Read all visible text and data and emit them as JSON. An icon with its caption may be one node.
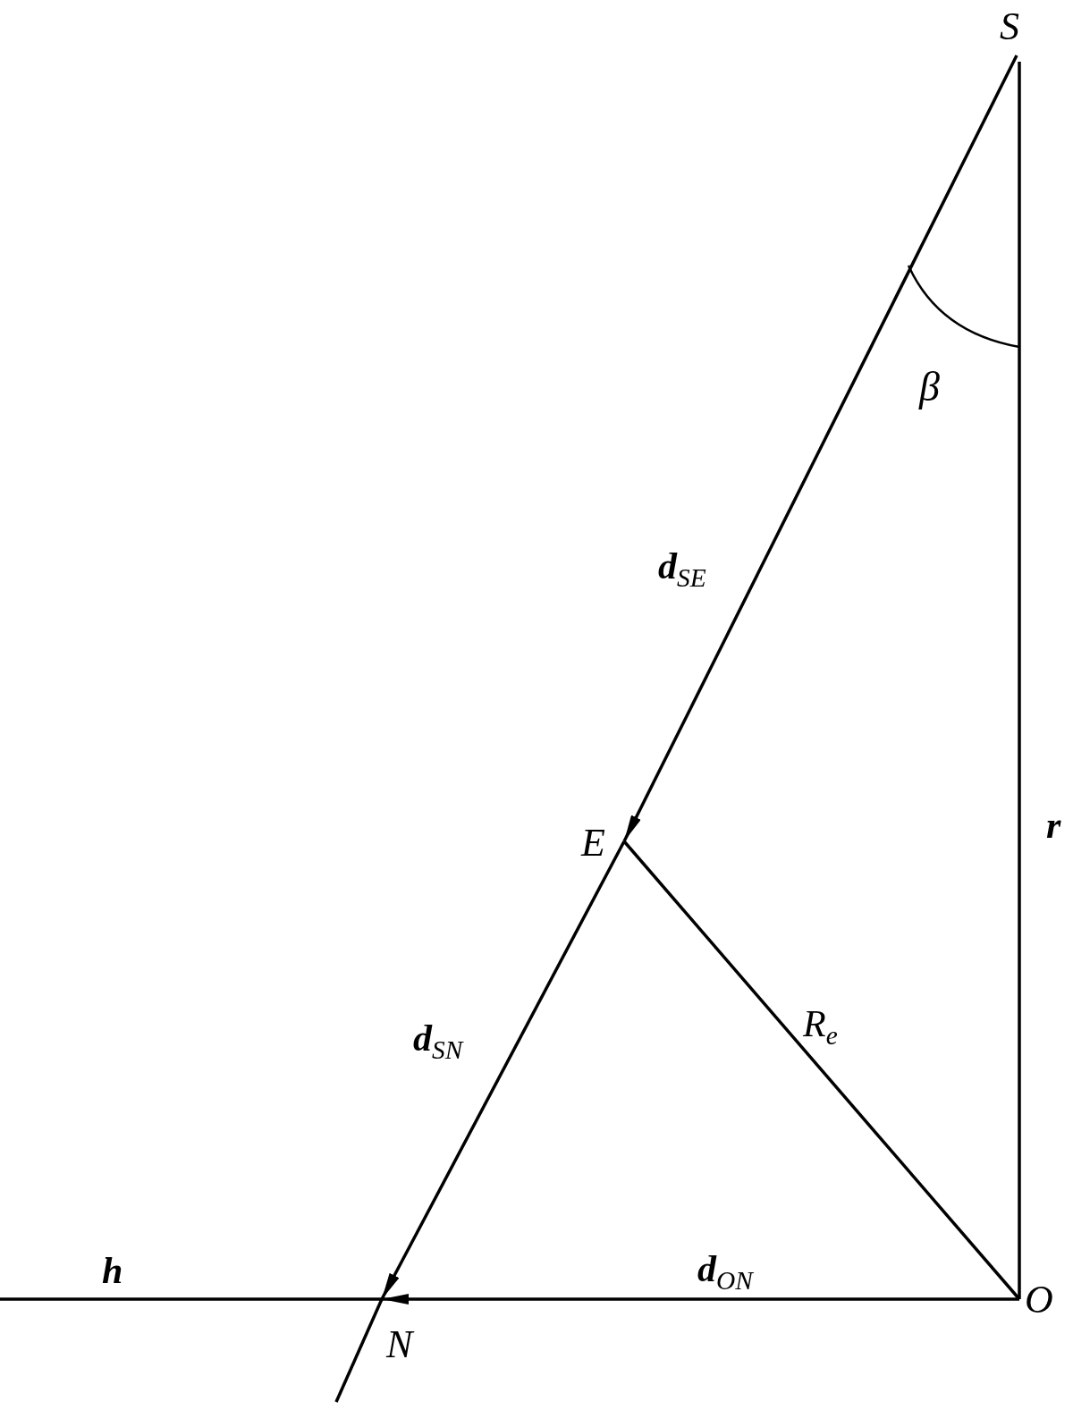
{
  "diagram": {
    "nodes": [
      {
        "text": [
          "S"
        ]
      },
      {
        "text": [
          "E"
        ]
      },
      {
        "text": [
          "N"
        ]
      },
      {
        "text": [
          "O"
        ]
      }
    ],
    "edges": [
      {
        "from": 0,
        "to": 1,
        "arrow": "to",
        "label": "**d**$_{SE}$"
      },
      {
        "from": 1,
        "to": 2,
        "arrow": "to",
        "label": "**d**$_{SN}$"
      },
      {
        "from": 3,
        "to": 2,
        "arrow": "to",
        "label": "**d**$_{ON}$"
      },
      {
        "from": 1,
        "to": 3,
        "arrow": "none",
        "label": "R$_{e}$"
      },
      {
        "from": 3,
        "to": 0,
        "arrow": "none",
        "label": "**r**"
      },
      {
        "from": 2,
        "to": null,
        "arrow": "none",
        "label": "**h**"
      },
      {
        "from": 2,
        "to": null,
        "arrow": "none"
      }
    ],
    "labels": [
      "β"
    ]
  }
}
